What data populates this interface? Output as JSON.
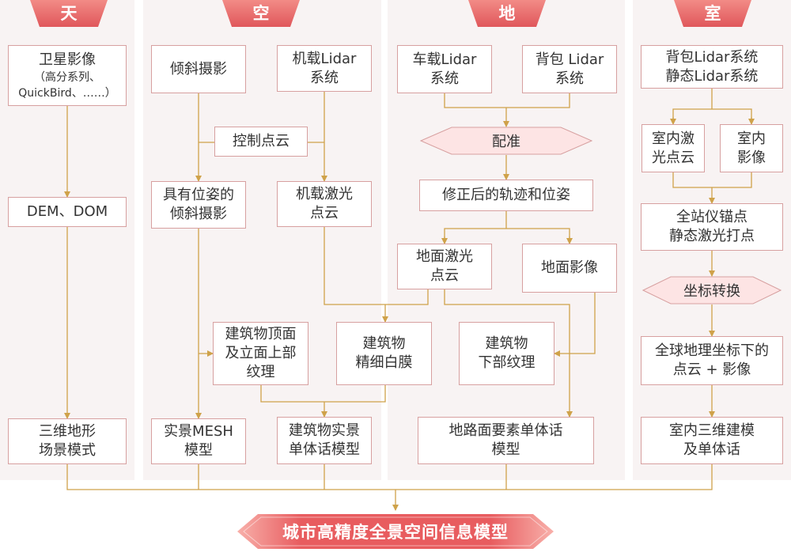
{
  "columns": {
    "tian": "天",
    "kong": "空",
    "di": "地",
    "shi": "室"
  },
  "nodes": {
    "satellite_title": "卫星影像",
    "satellite_sub1": "（高分系列、",
    "satellite_sub2": "QuickBird、……）",
    "dem_dom": "DEM、DOM",
    "terrain_l1": "三维地形",
    "terrain_l2": "场景模式",
    "oblique_photo": "倾斜摄影",
    "airborne_lidar_l1": "机载Lidar",
    "airborne_lidar_l2": "系统",
    "control_points": "控制点云",
    "posed_oblique_l1": "具有位姿的",
    "posed_oblique_l2": "倾斜摄影",
    "airborne_cloud_l1": "机载激光",
    "airborne_cloud_l2": "点云",
    "roof_texture_l1": "建筑物顶面",
    "roof_texture_l2": "及立面上部",
    "roof_texture_l3": "纹理",
    "white_model_l1": "建筑物",
    "white_model_l2": "精细白膜",
    "mesh_l1": "实景MESH",
    "mesh_l2": "模型",
    "building_model_l1": "建筑物实景",
    "building_model_l2": "单体话模型",
    "vehicle_lidar_l1": "车载Lidar",
    "vehicle_lidar_l2": "系统",
    "backpack_lidar_l1": "背包 Lidar",
    "backpack_lidar_l2": "系统",
    "registration": "配准",
    "corrected_track": "修正后的轨迹和位姿",
    "ground_cloud_l1": "地面激光",
    "ground_cloud_l2": "点云",
    "ground_image": "地面影像",
    "lower_texture_l1": "建筑物",
    "lower_texture_l2": "下部纹理",
    "road_model_l1": "地路面要素单体话",
    "road_model_l2": "模型",
    "indoor_sys_l1": "背包Lidar系统",
    "indoor_sys_l2": "静态Lidar系统",
    "indoor_cloud_l1": "室内激",
    "indoor_cloud_l2": "光点云",
    "indoor_image_l1": "室内",
    "indoor_image_l2": "影像",
    "total_station_l1": "全站仪锚点",
    "total_station_l2": "静态激光打点",
    "coord_transform": "坐标转换",
    "global_cloud_l1": "全球地理坐标下的",
    "global_cloud_l2": "点云 + 影像",
    "indoor_model_l1": "室内三维建模",
    "indoor_model_l2": "及单体话"
  },
  "final_title": "城市高精度全景空间信息模型",
  "colors": {
    "accent": "#e0575b",
    "accent_light": "#f8a09a",
    "box_border": "#d7a0a0",
    "line": "#cfa24a",
    "column_bg": "#f8f3f3",
    "diamond_fill": "#fde4e4"
  }
}
